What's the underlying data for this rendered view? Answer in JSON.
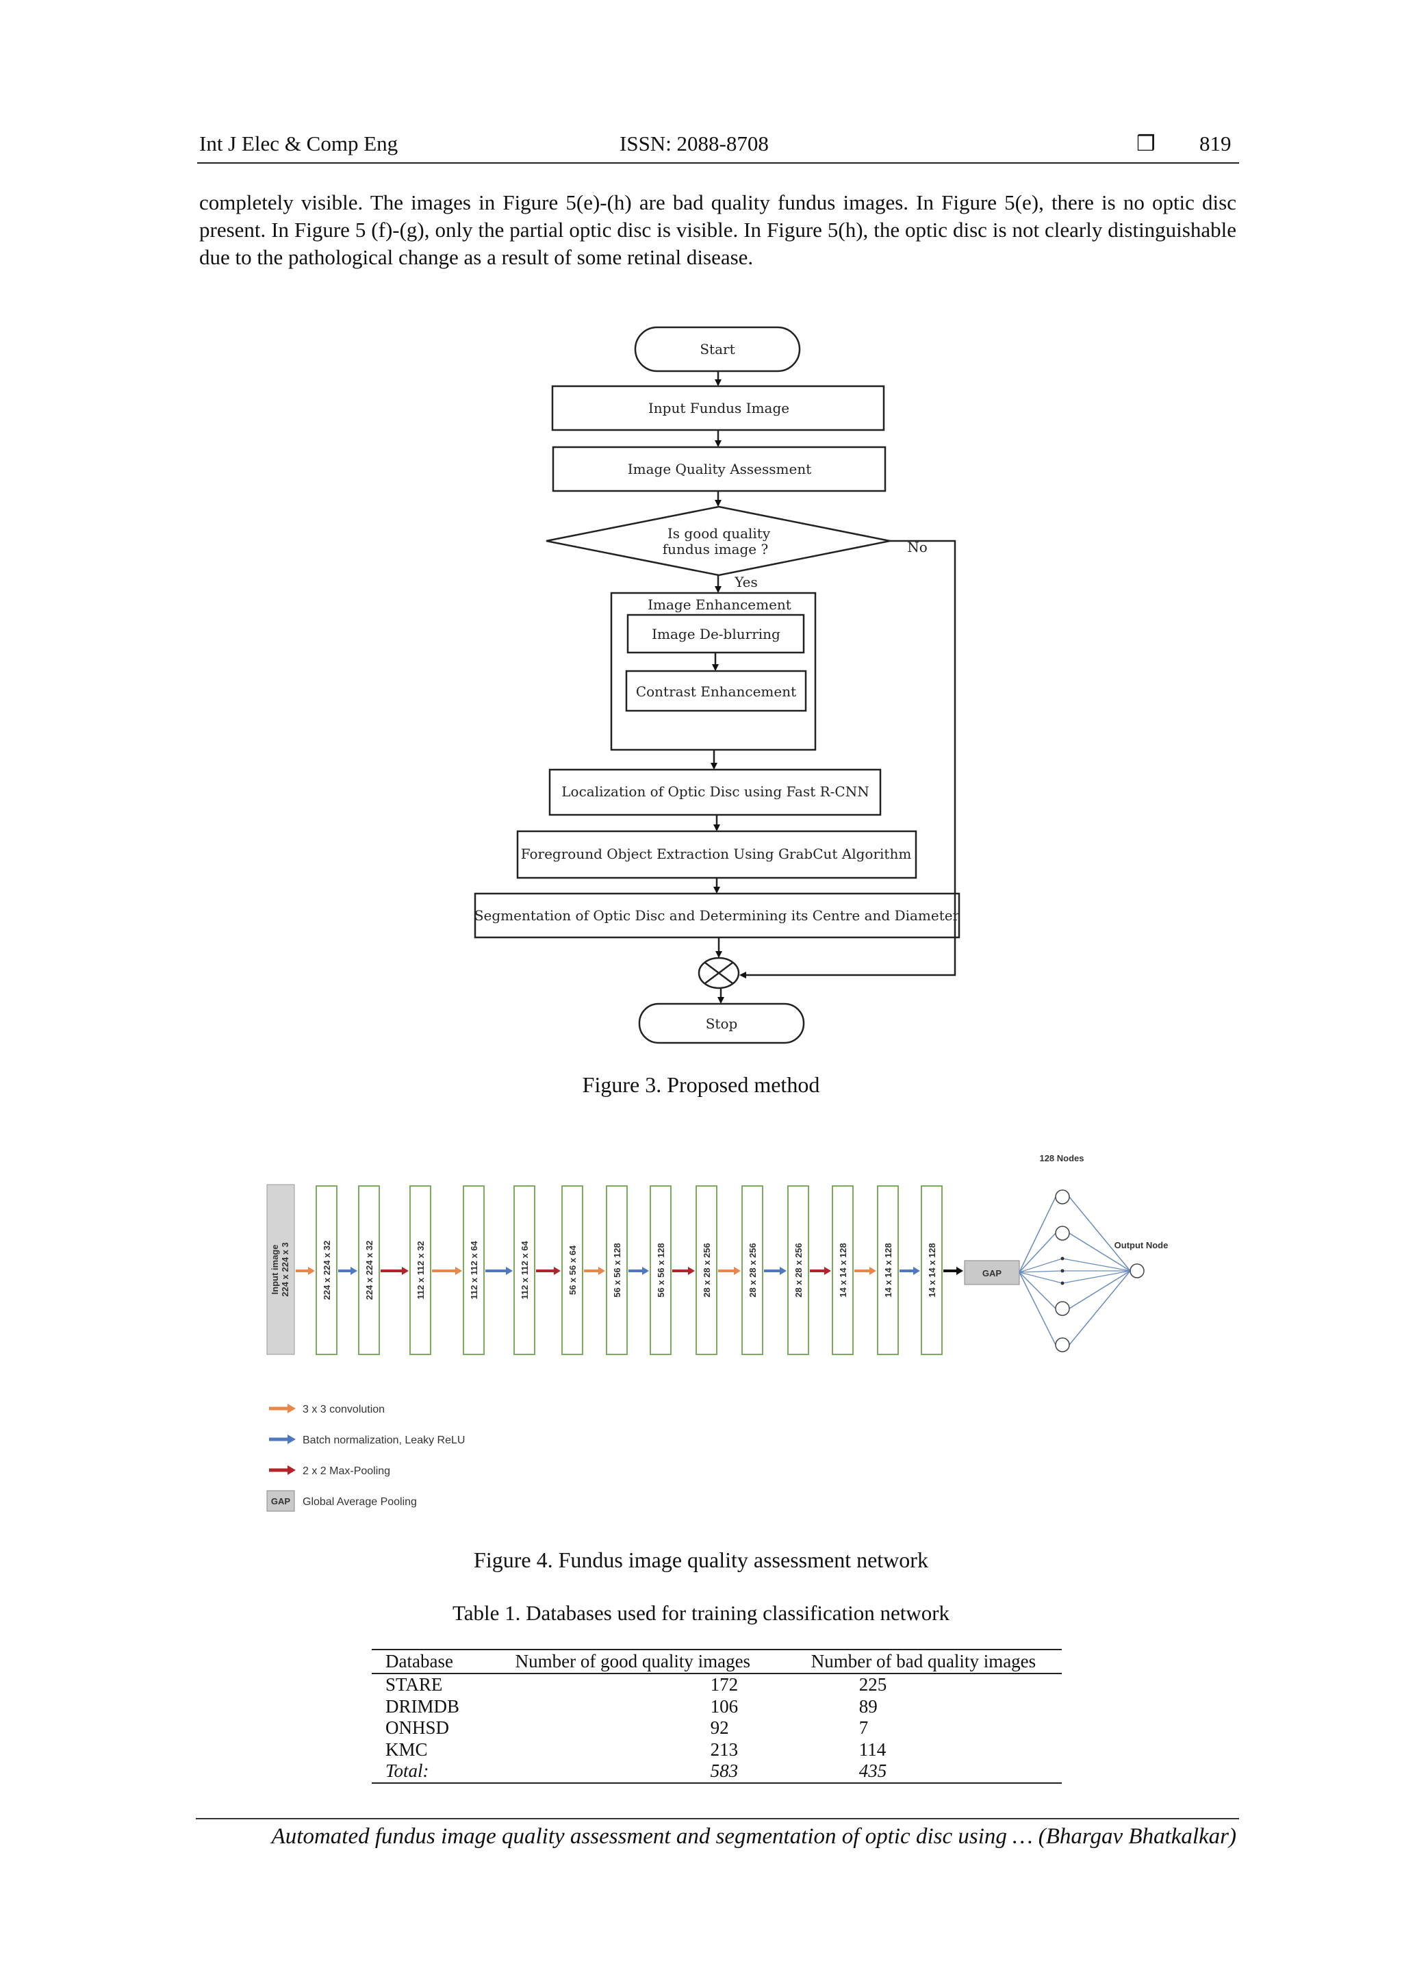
{
  "header": {
    "journal": "Int J Elec & Comp Eng",
    "issn": "ISSN: 2088-8708",
    "page_number": "819",
    "bullet_glyph": "❒"
  },
  "body_paragraph": "completely visible. The images in Figure 5(e)-(h) are bad quality fundus images. In Figure 5(e), there is no optic disc present. In Figure 5 (f)-(g), only the partial optic disc is visible. In Figure 5(h), the optic disc is not clearly distinguishable due to the pathological change as a result of some retinal disease.",
  "figure3": {
    "start": "Start",
    "input": "Input Fundus Image",
    "quality": "Image Quality Assessment",
    "decision_line1": "Is good quality",
    "decision_line2": "fundus image ?",
    "no": "No",
    "yes": "Yes",
    "enhancement_title": "Image Enhancement",
    "deblurring": "Image De-blurring",
    "contrast": "Contrast Enhancement",
    "localization": "Localization of Optic Disc using Fast R-CNN",
    "foreground": "Foreground Object Extraction Using GrabCut Algorithm",
    "segmentation": "Segmentation of Optic Disc and Determining its Centre and Diameter",
    "stop": "Stop",
    "caption": "Figure 3. Proposed method"
  },
  "figure4": {
    "input_line1": "Input image",
    "input_line2": "224 x 224 x 3",
    "layers": [
      "224 x 224 x 32",
      "224 x 224 x 32",
      "112 x 112 x 32",
      "112 x 112 x 64",
      "112 x 112 x 64",
      "56 x 56 x 64",
      "56 x 56 x 128",
      "56 x 56 x 128",
      "28 x 28 x 256",
      "28 x 28 x 256",
      "28 x 28 x 256",
      "14 x 14 x 128",
      "14 x 14 x 128",
      "14 x 14 x 128"
    ],
    "arrow_types": [
      "conv",
      "bn",
      "pool",
      "conv",
      "bn",
      "pool",
      "conv",
      "bn",
      "pool",
      "conv",
      "bn",
      "pool",
      "conv",
      "bn",
      "final"
    ],
    "gap": "GAP",
    "nodes_label": "128 Nodes",
    "output_label": "Output Node",
    "legend": {
      "conv": "3 x 3 convolution",
      "bn": "Batch normalization, Leaky ReLU",
      "pool": "2 x 2 Max-Pooling",
      "gap_box": "GAP",
      "gap": "Global Average Pooling"
    },
    "colors": {
      "conv": "#e8874a",
      "bn": "#4f78c0",
      "pool": "#b2242a",
      "final": "#111111"
    },
    "caption": "Figure 4. Fundus image quality assessment network"
  },
  "table1": {
    "caption": "Table 1. Databases used for training classification network",
    "headers": [
      "Database",
      "Number of good quality images",
      "Number of bad quality images"
    ],
    "rows": [
      [
        "STARE",
        "172",
        "225"
      ],
      [
        "DRIMDB",
        "106",
        "89"
      ],
      [
        "ONHSD",
        "92",
        "7"
      ],
      [
        "KMC",
        "213",
        "114"
      ],
      [
        "Total:",
        "583",
        "435"
      ]
    ]
  },
  "footer": "Automated fundus image quality assessment and segmentation of optic disc using … (Bhargav Bhatkalkar)"
}
